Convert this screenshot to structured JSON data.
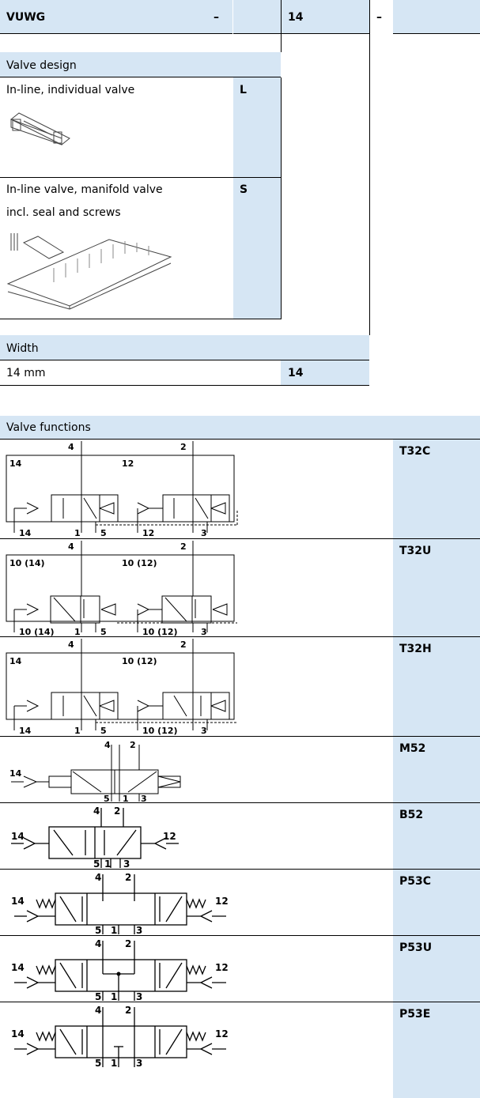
{
  "header": {
    "code": "VUWG",
    "dash1": "–",
    "width_code": "14",
    "dash2": "–"
  },
  "valve_design": {
    "title": "Valve design",
    "options": [
      {
        "label": "In-line, individual valve",
        "code": "L"
      },
      {
        "label": "In-line valve, manifold valve",
        "label2": "incl. seal and screws",
        "code": "S"
      }
    ]
  },
  "width": {
    "title": "Width",
    "label": "14 mm",
    "code": "14"
  },
  "valve_functions": {
    "title": "Valve functions",
    "rows": [
      {
        "code": "T32C",
        "ports": [
          "4",
          "2",
          "14",
          "12",
          "14",
          "1",
          "5",
          "12",
          "3"
        ]
      },
      {
        "code": "T32U",
        "ports": [
          "4",
          "2",
          "10 (14)",
          "10 (12)",
          "10 (14)",
          "1",
          "5",
          "10 (12)",
          "3"
        ]
      },
      {
        "code": "T32H",
        "ports": [
          "4",
          "2",
          "14",
          "10 (12)",
          "14",
          "1",
          "5",
          "10 (12)",
          "3"
        ]
      },
      {
        "code": "M52",
        "ports": [
          "4",
          "2",
          "14",
          "5",
          "1",
          "3"
        ]
      },
      {
        "code": "B52",
        "ports": [
          "4",
          "2",
          "14",
          "12",
          "5",
          "1",
          "3"
        ]
      },
      {
        "code": "P53C",
        "ports": [
          "4",
          "2",
          "14",
          "12",
          "5",
          "1",
          "3"
        ]
      },
      {
        "code": "P53U",
        "ports": [
          "4",
          "2",
          "14",
          "12",
          "5",
          "1",
          "3"
        ]
      },
      {
        "code": "P53E",
        "ports": [
          "4",
          "2",
          "14",
          "12",
          "5",
          "1",
          "3"
        ]
      }
    ]
  }
}
